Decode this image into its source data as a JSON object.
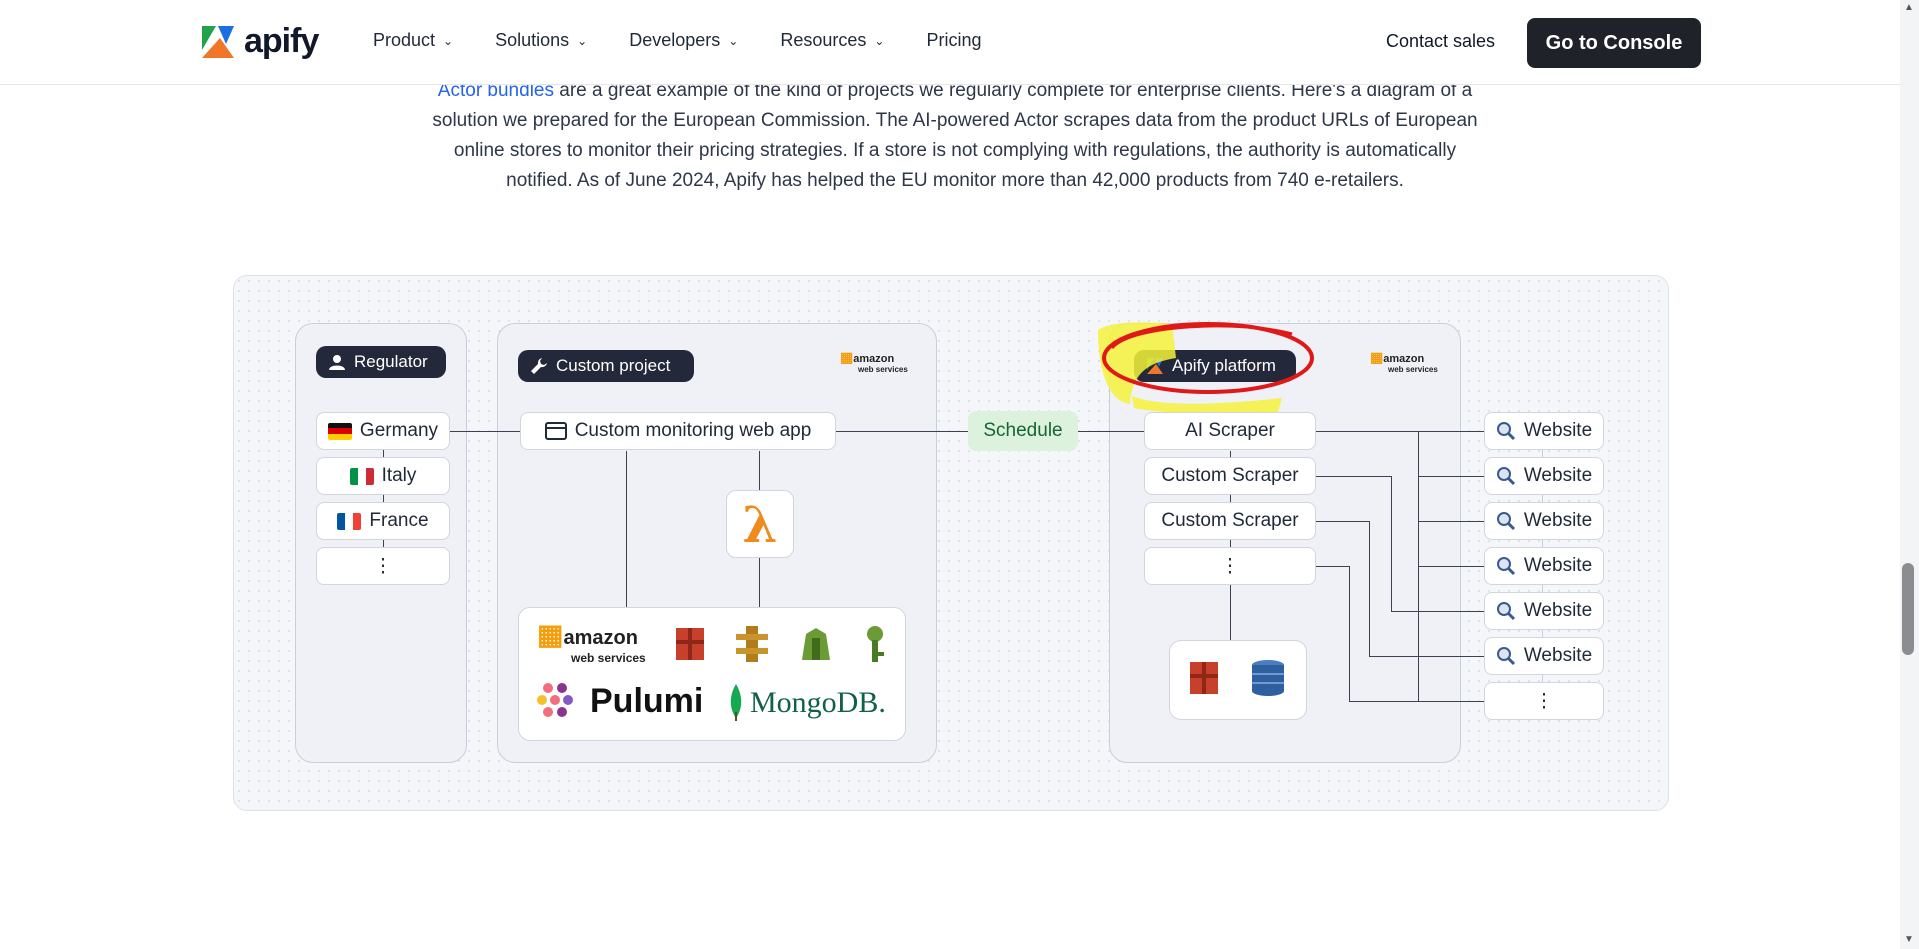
{
  "header": {
    "logo_text": "apify",
    "nav": [
      {
        "label": "Product",
        "has_dropdown": true
      },
      {
        "label": "Solutions",
        "has_dropdown": true
      },
      {
        "label": "Developers",
        "has_dropdown": true
      },
      {
        "label": "Resources",
        "has_dropdown": true
      },
      {
        "label": "Pricing",
        "has_dropdown": false
      }
    ],
    "contact_label": "Contact sales",
    "console_label": "Go to Console"
  },
  "intro": {
    "link_text": "Actor bundles",
    "text": " are a great example of the kind of projects we regularly complete for enterprise clients. Here's a diagram of a solution we prepared for the European Commission. The AI-powered Actor scrapes data from the product URLs of European online stores to monitor their pricing strategies. If a store is not complying with regulations, the authority is automatically notified. As of June 2024, Apify has helped the EU monitor more than 42,000 products from 740 e-retailers."
  },
  "diagram": {
    "regulator": {
      "title": "Regulator",
      "countries": [
        "Germany",
        "Italy",
        "France",
        "⋮"
      ]
    },
    "custom_project": {
      "title": "Custom project",
      "aws_logo_text": "amazon",
      "aws_logo_sub": "web services",
      "web_app": "Custom monitoring web app",
      "lambda_symbol": "λ",
      "services": {
        "aws_text": "amazon",
        "aws_sub": "web services",
        "pulumi": "Pulumi",
        "mongodb": "MongoDB."
      }
    },
    "schedule": "Schedule",
    "apify_platform": {
      "title": "Apify platform",
      "aws_logo_text": "amazon",
      "aws_logo_sub": "web services",
      "scrapers": [
        "AI Scraper",
        "Custom Scraper",
        "Custom Scraper",
        "⋮"
      ]
    },
    "websites": [
      "Website",
      "Website",
      "Website",
      "Website",
      "Website",
      "Website",
      "⋮"
    ]
  },
  "colors": {
    "accent_link": "#2563eb",
    "dark_pill": "#23293a",
    "schedule_bg": "#dcf2dd",
    "annotation_red": "#e01818",
    "annotation_yellow": "#f4f23a"
  }
}
